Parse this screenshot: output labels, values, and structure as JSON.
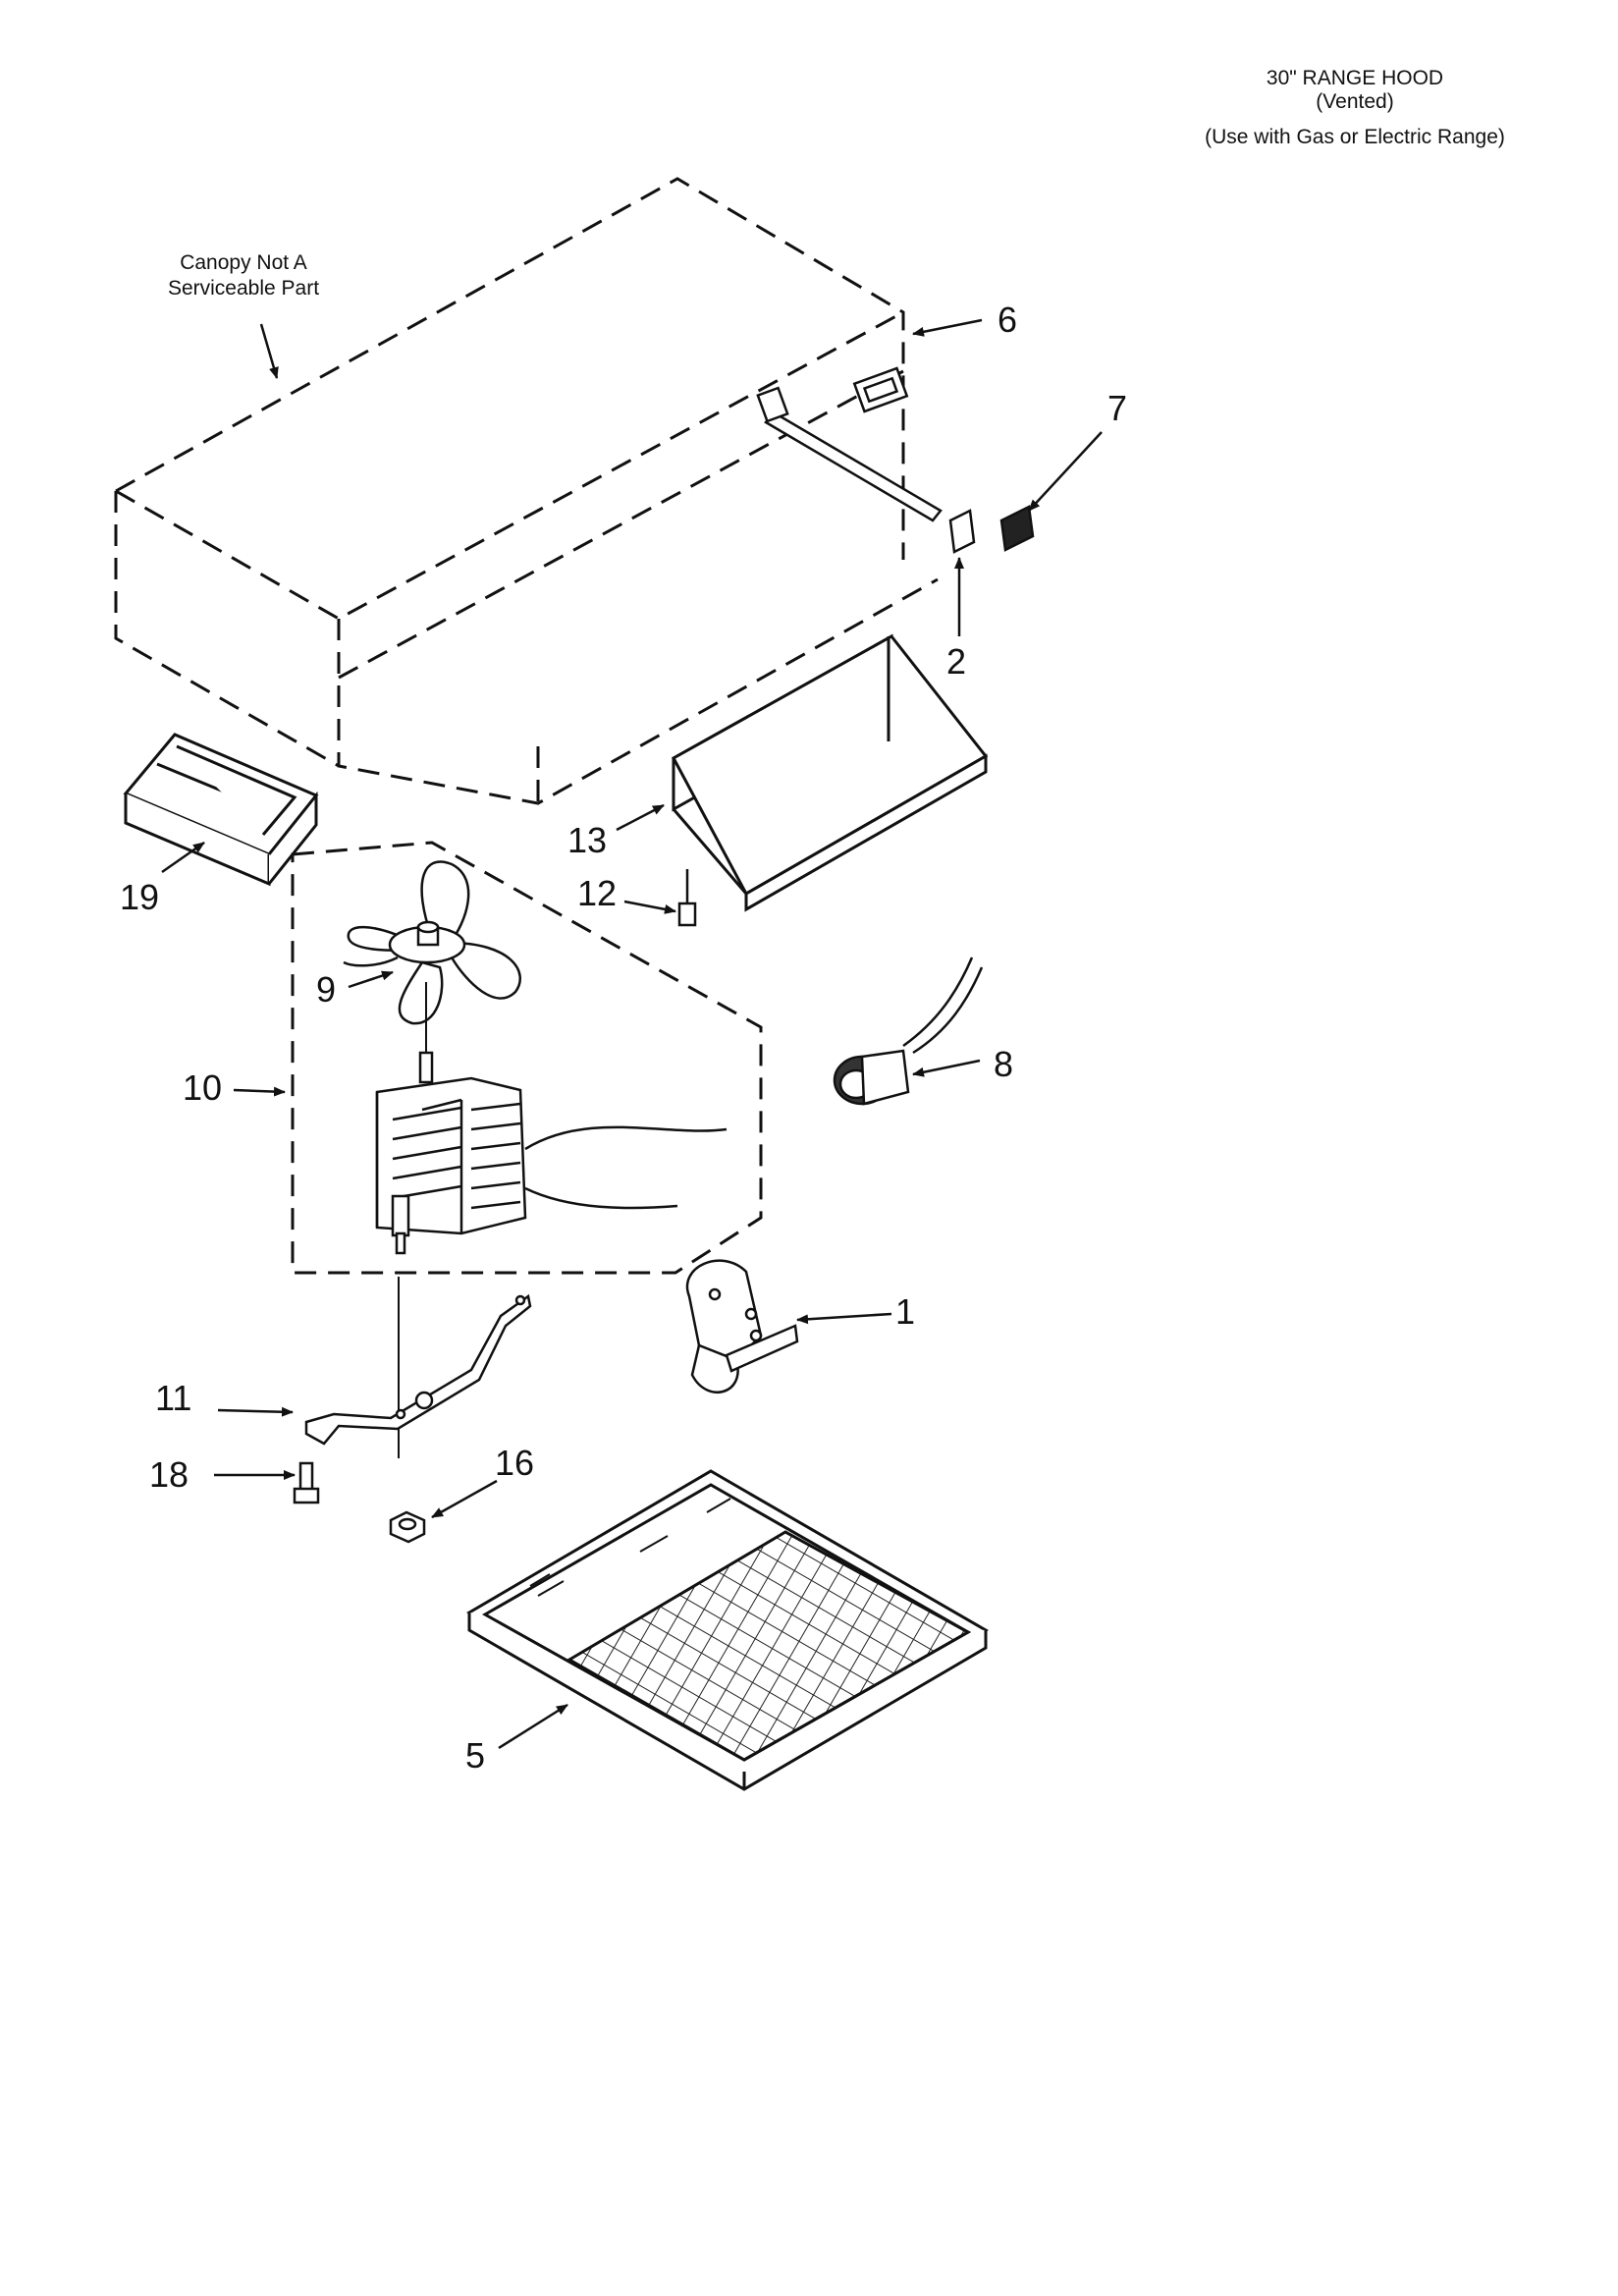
{
  "header": {
    "title": "30\" RANGE HOOD",
    "subtitle": "(Vented)",
    "usage": "(Use with Gas or Electric Range)"
  },
  "canopy_note": {
    "line1": "Canopy Not A",
    "line2": "Serviceable Part"
  },
  "callouts": {
    "p1": "1",
    "p2": "2",
    "p5": "5",
    "p6": "6",
    "p7": "7",
    "p8": "8",
    "p9": "9",
    "p10": "10",
    "p11": "11",
    "p12": "12",
    "p13": "13",
    "p16": "16",
    "p18": "18",
    "p19": "19"
  }
}
